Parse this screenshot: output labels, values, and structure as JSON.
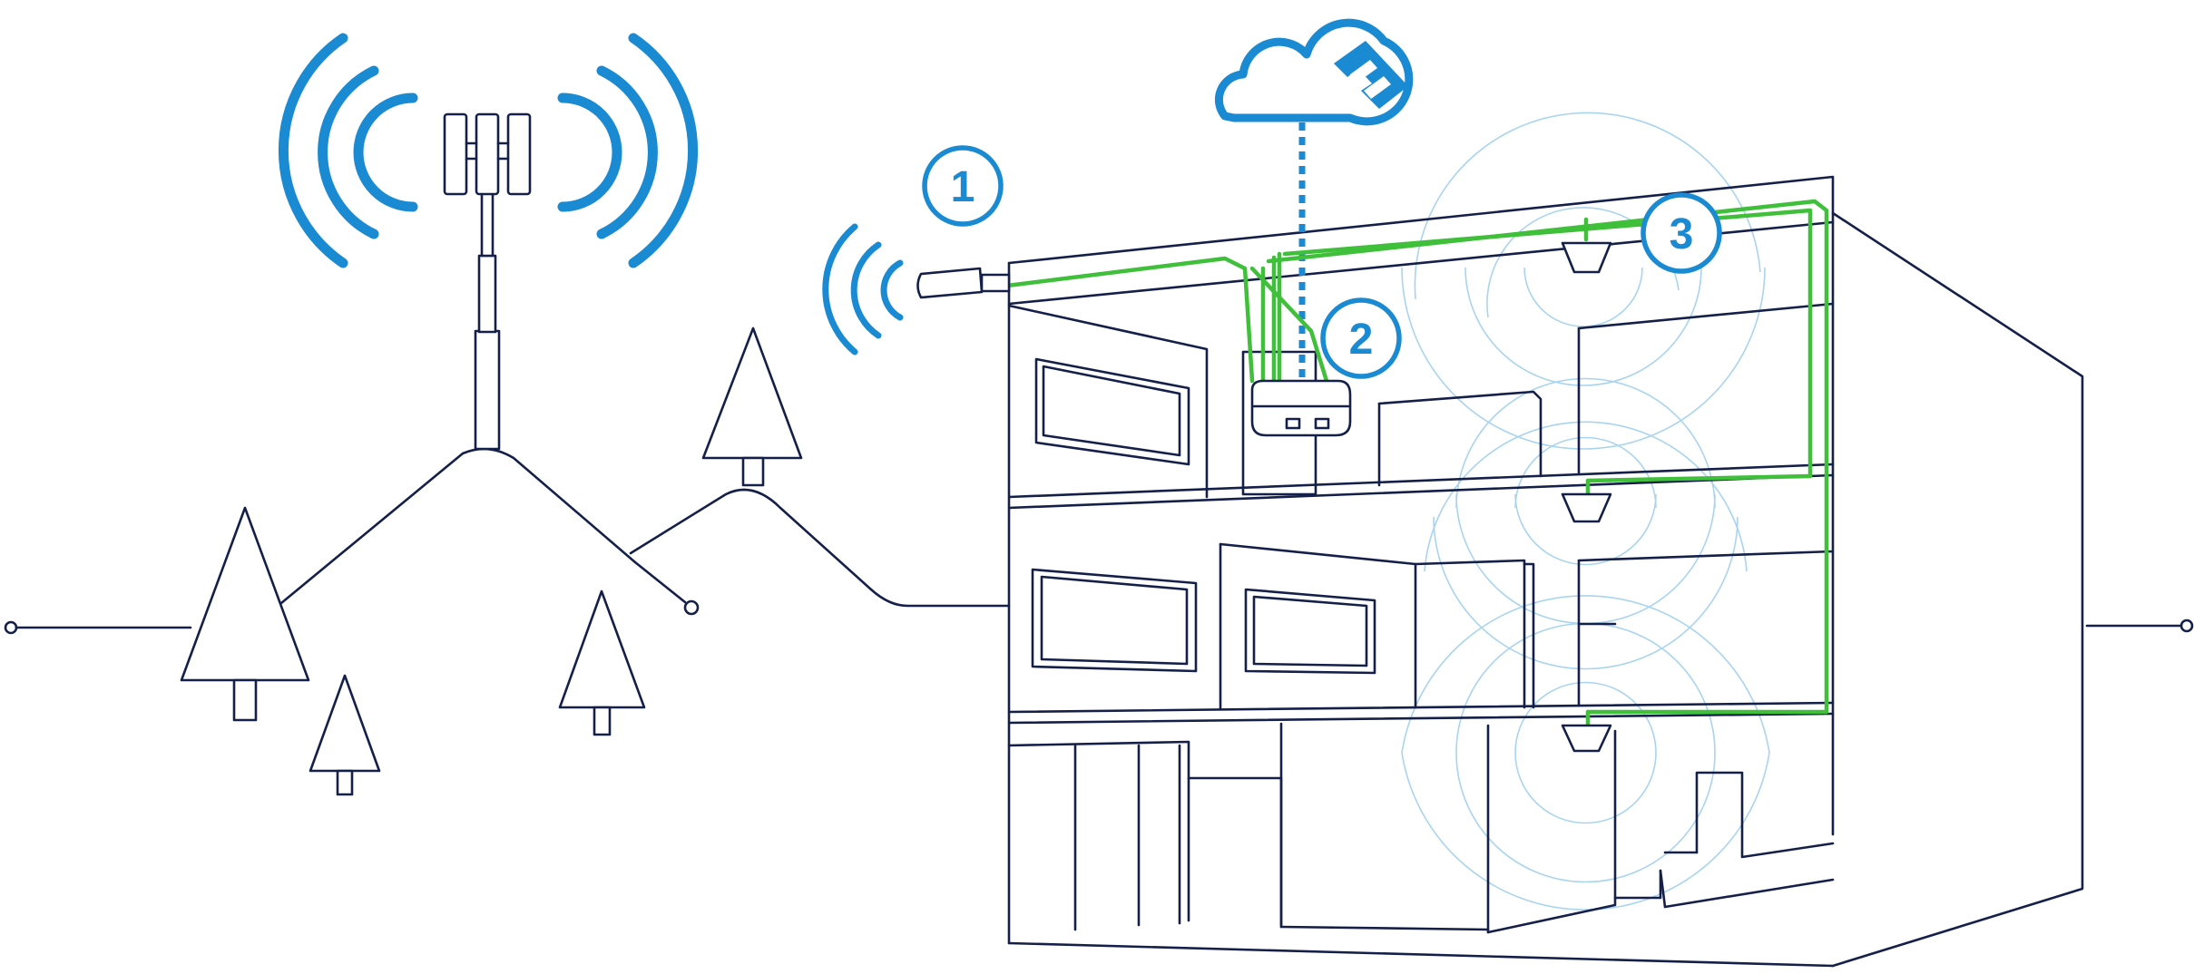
{
  "steps": [
    {
      "number": "1"
    },
    {
      "number": "2"
    },
    {
      "number": "3"
    }
  ],
  "colors": {
    "outline": "#15204a",
    "signal_blue": "#1a8ad2",
    "signal_light": "#a9d4ef",
    "cable_green": "#3fbf3a",
    "background": "#ffffff"
  },
  "icons": [
    "cell-tower-icon",
    "outdoor-antenna-icon",
    "cloud-icon",
    "signal-booster-icon",
    "indoor-dome-antenna-icon",
    "tree-icon"
  ]
}
